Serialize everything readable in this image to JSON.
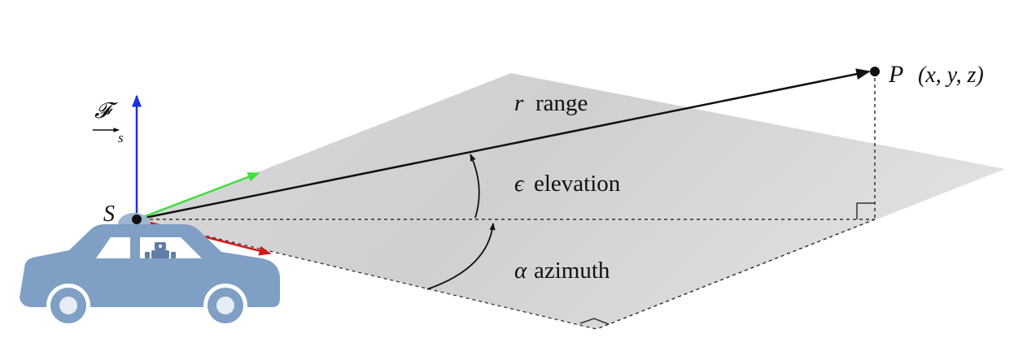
{
  "labels": {
    "frame": "𝓕",
    "frame_subscript": "s",
    "sensor": "S",
    "point": "P",
    "point_coords": "(x, y, z)",
    "range_symbol": "r",
    "range_label": "range",
    "elevation_symbol": "ϵ",
    "elevation_label": "elevation",
    "azimuth_symbol": "α",
    "azimuth_label": "azimuth"
  },
  "colors": {
    "plane_fill": "#cfcfd1",
    "plane_fill_light": "#e4e4e6",
    "axis_up": "#1f2fd6",
    "axis_forward": "#3fe03f",
    "axis_side": "#d01818",
    "ray": "#111111",
    "car_body": "#7f9fc4",
    "car_window": "#ffffff",
    "car_wheel_rim": "#e6ecf3"
  }
}
